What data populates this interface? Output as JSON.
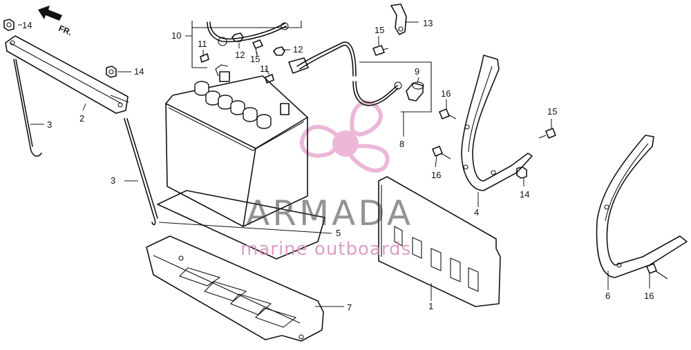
{
  "direction_label": "FR.",
  "callouts": {
    "c14a": "14",
    "c14b": "14",
    "c14c": "14",
    "c2": "2",
    "c3a": "3",
    "c3b": "3",
    "c10": "10",
    "c11a": "11",
    "c11b": "11",
    "c12a": "12",
    "c12b": "12",
    "c15a": "15",
    "c15b": "15",
    "c15c": "15",
    "c13": "13",
    "c9": "9",
    "c8": "8",
    "c16a": "16",
    "c16b": "16",
    "c16c": "16",
    "c4": "4",
    "c5": "5",
    "c7": "7",
    "c1": "1",
    "c6": "6"
  },
  "watermark": {
    "title": "ARMADA",
    "subtitle": "marine outboards",
    "logo_color": "#e8a6cf",
    "text_color": "#3b3b3b",
    "subtitle_color": "#d98cbf"
  },
  "colors": {
    "line": "#111111",
    "background": "#ffffff"
  }
}
